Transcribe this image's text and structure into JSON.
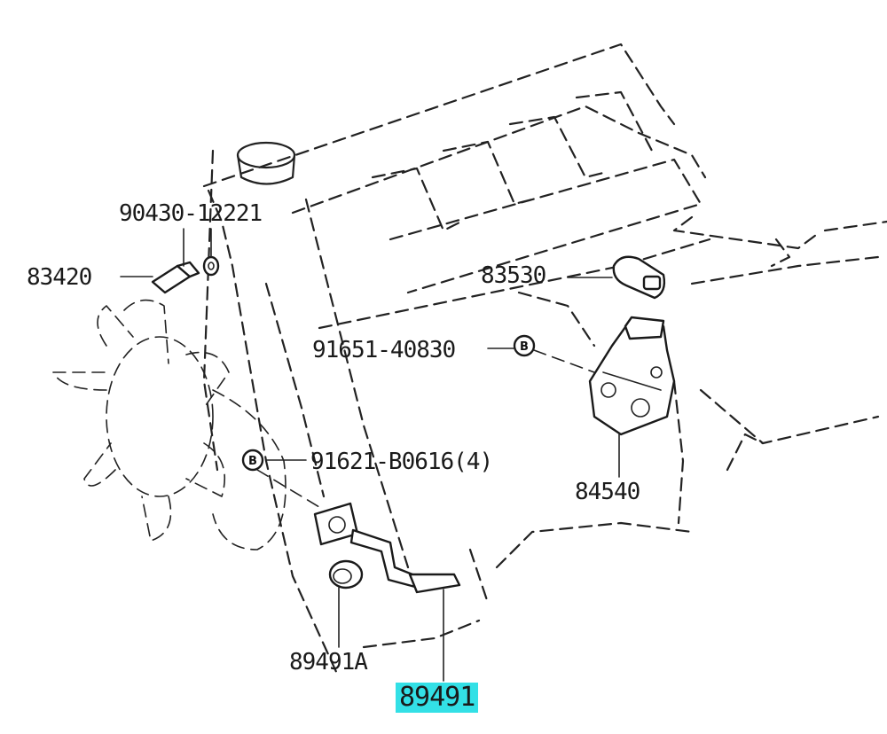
{
  "highlight_color": "#33e0e6",
  "labels": {
    "p_90430": "90430-12221",
    "p_83420": "83420",
    "p_83530": "83530",
    "p_91651": "91651-40830",
    "p_91621": "91621-B0616(4)",
    "p_84540": "84540",
    "p_89491a": "89491A",
    "p_89491": "89491"
  },
  "bolt_marker": "B"
}
